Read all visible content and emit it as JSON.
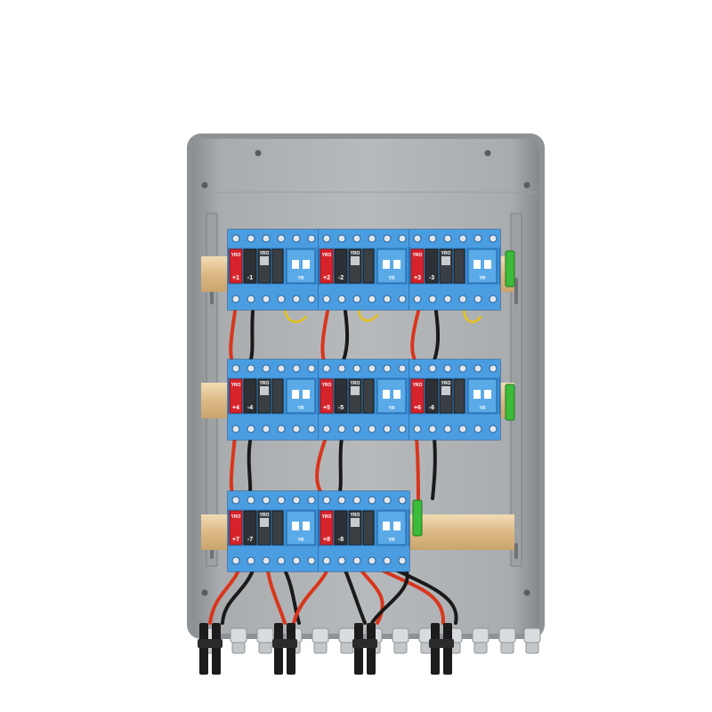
{
  "image": {
    "subject": "combiner-box",
    "colors": {
      "enclosure": "#8e9296",
      "enclosure_inner": "#b4b7ba",
      "din_rail": "#e3c28e",
      "breaker_blue": "#3b8fd6",
      "breaker_dark": "#1f5e9c",
      "spd_red": "#d6232b",
      "cable_red": "#d8361c",
      "cable_black": "#1a1a1a",
      "ground_green": "#3dbb3a"
    },
    "brand_mark": "YRO",
    "modules": [
      {
        "label": "+1",
        "neg": "-1"
      },
      {
        "label": "+2",
        "neg": "-2"
      },
      {
        "label": "+3",
        "neg": "-3"
      },
      {
        "label": "+4",
        "neg": "-4"
      },
      {
        "label": "+5",
        "neg": "-5"
      },
      {
        "label": "+6",
        "neg": "-6"
      },
      {
        "label": "+7",
        "neg": "-7"
      },
      {
        "label": "+8",
        "neg": "-8"
      }
    ]
  }
}
